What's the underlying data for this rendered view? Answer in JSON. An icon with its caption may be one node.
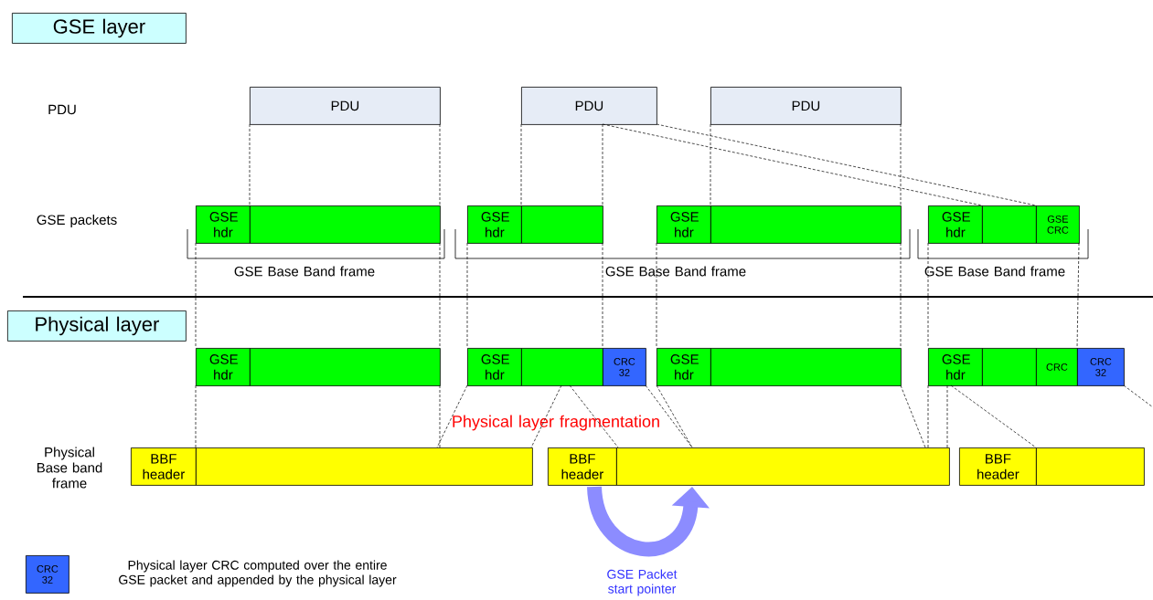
{
  "diagram": {
    "nodes": [
      {
        "text": [
          "GSE layer"
        ]
      },
      {
        "text": [
          "PDU"
        ]
      },
      {
        "text": [
          "PDU"
        ]
      },
      {
        "text": [
          "PDU"
        ]
      },
      {
        "text": [
          "GSE hdr"
        ]
      },
      {
        "text": [],
        "shape": "box"
      },
      {
        "text": [
          "GSE hdr"
        ]
      },
      {
        "text": [],
        "shape": "box"
      },
      {
        "text": [
          "GSE hdr"
        ]
      },
      {
        "text": [],
        "shape": "box"
      },
      {
        "text": [
          "GSE hdr"
        ]
      },
      {
        "text": [],
        "shape": "box"
      },
      {
        "text": [
          "GSE CRC"
        ]
      },
      {
        "text": [
          "Physical layer"
        ]
      },
      {
        "text": [
          "GSE hdr"
        ]
      },
      {
        "text": [],
        "shape": "box"
      },
      {
        "text": [
          "GSE hdr"
        ]
      },
      {
        "text": [],
        "shape": "box"
      },
      {
        "text": [
          "CRC 32"
        ]
      },
      {
        "text": [
          "GSE hdr"
        ]
      },
      {
        "text": [],
        "shape": "box"
      },
      {
        "text": [
          "GSE hdr"
        ]
      },
      {
        "text": [],
        "shape": "box"
      },
      {
        "text": [
          "CRC"
        ]
      },
      {
        "text": [
          "CRC 32"
        ]
      },
      {
        "text": [
          "BBF header"
        ]
      },
      {
        "text": [],
        "shape": "box"
      },
      {
        "text": [
          "BBF header"
        ]
      },
      {
        "text": [],
        "shape": "box"
      },
      {
        "text": [
          "BBF header"
        ]
      },
      {
        "text": [],
        "shape": "box"
      },
      {
        "text": [
          "CRC 32"
        ],
        "beside": [
          "Physical layer CRC computed over the entire GSE packet and appended by the physical layer"
        ]
      }
    ],
    "edges": [
      {
        "from": 1,
        "to": 5,
        "arrow": "none",
        "style": "dashed"
      },
      {
        "from": 1,
        "to": 5,
        "arrow": "none",
        "style": "dashed"
      },
      {
        "from": 2,
        "to": 7,
        "arrow": "none",
        "style": "dashed"
      },
      {
        "from": 2,
        "to": 7,
        "arrow": "none",
        "style": "dashed"
      },
      {
        "from": 2,
        "to": 11,
        "arrow": "none",
        "style": "dashed"
      },
      {
        "from": 2,
        "to": 11,
        "arrow": "none",
        "style": "dashed"
      },
      {
        "from": 3,
        "to": 9,
        "arrow": "none",
        "style": "dashed"
      },
      {
        "from": 3,
        "to": 9,
        "arrow": "none",
        "style": "dashed"
      },
      {
        "from": 4,
        "to": 14,
        "arrow": "none",
        "style": "dashed"
      },
      {
        "from": 5,
        "to": 15,
        "arrow": "none",
        "style": "dashed"
      },
      {
        "from": 6,
        "to": 16,
        "arrow": "none",
        "style": "dashed"
      },
      {
        "from": 7,
        "to": 18,
        "arrow": "none",
        "style": "dashed"
      },
      {
        "from": 8,
        "to": 19,
        "arrow": "none",
        "style": "dashed"
      },
      {
        "from": 9,
        "to": 20,
        "arrow": "none",
        "style": "dashed"
      },
      {
        "from": 10,
        "to": 21,
        "arrow": "none",
        "style": "dashed"
      },
      {
        "from": 12,
        "to": 23,
        "arrow": "none",
        "style": "dashed"
      },
      {
        "from": 14,
        "to": 25,
        "arrow": "none",
        "style": "dashed"
      },
      {
        "from": 15,
        "to": 26,
        "arrow": "none",
        "style": "dashed"
      },
      {
        "from": 16,
        "to": 26,
        "arrow": "none",
        "style": "dashed"
      },
      {
        "from": 17,
        "to": 26,
        "arrow": "none",
        "style": "dashed"
      },
      {
        "from": 17,
        "to": 28,
        "arrow": "none",
        "style": "dashed"
      },
      {
        "from": 18,
        "to": 28,
        "arrow": "none",
        "style": "dashed"
      },
      {
        "from": 19,
        "to": 28,
        "arrow": "none",
        "style": "dashed"
      },
      {
        "from": 20,
        "to": 28,
        "arrow": "none",
        "style": "dashed"
      },
      {
        "from": 21,
        "to": 28,
        "arrow": "none",
        "style": "dashed"
      },
      {
        "from": 21,
        "to": 28,
        "arrow": "none",
        "style": "dashed"
      },
      {
        "from": 21,
        "to": 30,
        "arrow": "none",
        "style": "dashed"
      },
      {
        "from": 24,
        "to": null,
        "arrow": "none",
        "style": "dashed"
      },
      {
        "from": 27,
        "to": 28,
        "arrow": "to",
        "style": "thick",
        "color": "#8c8cff",
        "label": "GSE Packet start pointer"
      }
    ],
    "labels": [
      "PDU",
      "GSE packets",
      "GSE Base Band frame",
      "GSE Base Band frame",
      "GSE Base Band frame",
      "Physical Base band frame",
      "Physical layer fragmentation"
    ]
  }
}
